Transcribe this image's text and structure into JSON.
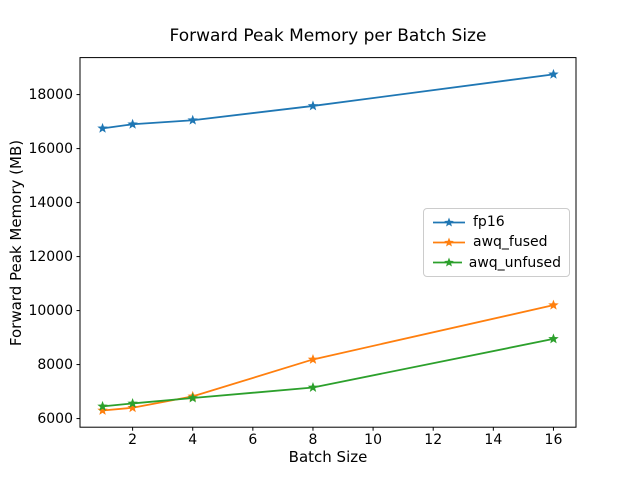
{
  "chart_data": {
    "type": "line",
    "title": "Forward Peak Memory per Batch Size",
    "xlabel": "Batch Size",
    "ylabel": "Forward Peak Memory (MB)",
    "x": [
      1,
      2,
      4,
      8,
      16
    ],
    "series": [
      {
        "name": "fp16",
        "color": "#1f77b4",
        "values": [
          16750,
          16900,
          17050,
          17580,
          18750
        ]
      },
      {
        "name": "awq_fused",
        "color": "#ff7f0e",
        "values": [
          6300,
          6400,
          6820,
          8190,
          10200
        ]
      },
      {
        "name": "awq_unfused",
        "color": "#2ca02c",
        "values": [
          6450,
          6560,
          6760,
          7150,
          8950
        ]
      }
    ],
    "xticks": [
      2,
      4,
      6,
      8,
      10,
      12,
      14,
      16
    ],
    "yticks": [
      6000,
      8000,
      10000,
      12000,
      14000,
      16000,
      18000
    ],
    "xlim": [
      0.25,
      16.75
    ],
    "ylim": [
      5680,
      19370
    ],
    "marker": "star",
    "grid": false,
    "legend": {
      "position": "center-right",
      "entries": [
        "fp16",
        "awq_fused",
        "awq_unfused"
      ]
    },
    "colors": {
      "spine": "#000000",
      "text": "#000000",
      "background": "#ffffff",
      "legend_border": "#cccccc"
    }
  }
}
